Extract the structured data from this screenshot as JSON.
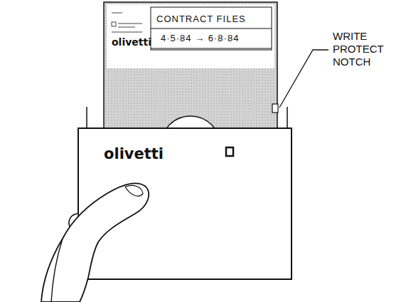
{
  "diagram": {
    "labels": [
      "CONTRACT FILES",
      "4·5·84 → 6·8·84",
      "olivetti",
      "olivetti",
      "WRITE PROTECT NOTCH"
    ]
  }
}
